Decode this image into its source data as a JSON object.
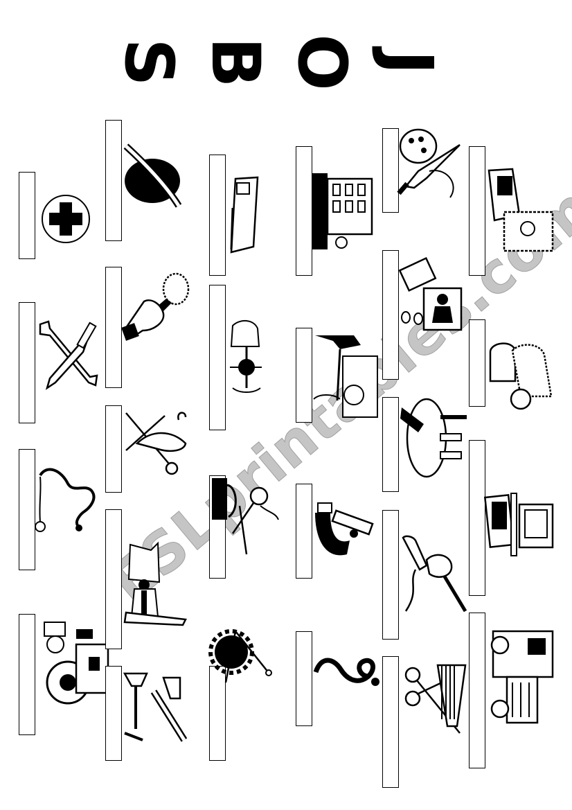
{
  "title": {
    "letters": [
      "J",
      "O",
      "B",
      "S"
    ]
  },
  "watermark": "ESLprintables.com",
  "icons": [
    "first-aid-cross-icon",
    "wrench-and-screwdriver-icon",
    "stethoscope-icon",
    "tractor-icon",
    "hat-and-feather-icon",
    "microphone-icon",
    "hanger-and-needle-icon",
    "office-worker-icon",
    "sink-plunger-and-pipe-icon",
    "book-and-paper-icon",
    "bus-driver-icon",
    "tape-and-scissors-icon",
    "gear-and-compass-icon",
    "shop-building-icon",
    "desk-lamp-icon",
    "microscope-icon",
    "treble-clef-icon",
    "paint-palette-and-knife-icon",
    "news-anchor-icon",
    "plate-and-cutlery-icon",
    "electric-drill-icon",
    "comb-and-scissors-icon",
    "calculator-and-picture-icon",
    "bread-and-cheese-icon",
    "computer-icon",
    "delivery-truck-icon"
  ]
}
